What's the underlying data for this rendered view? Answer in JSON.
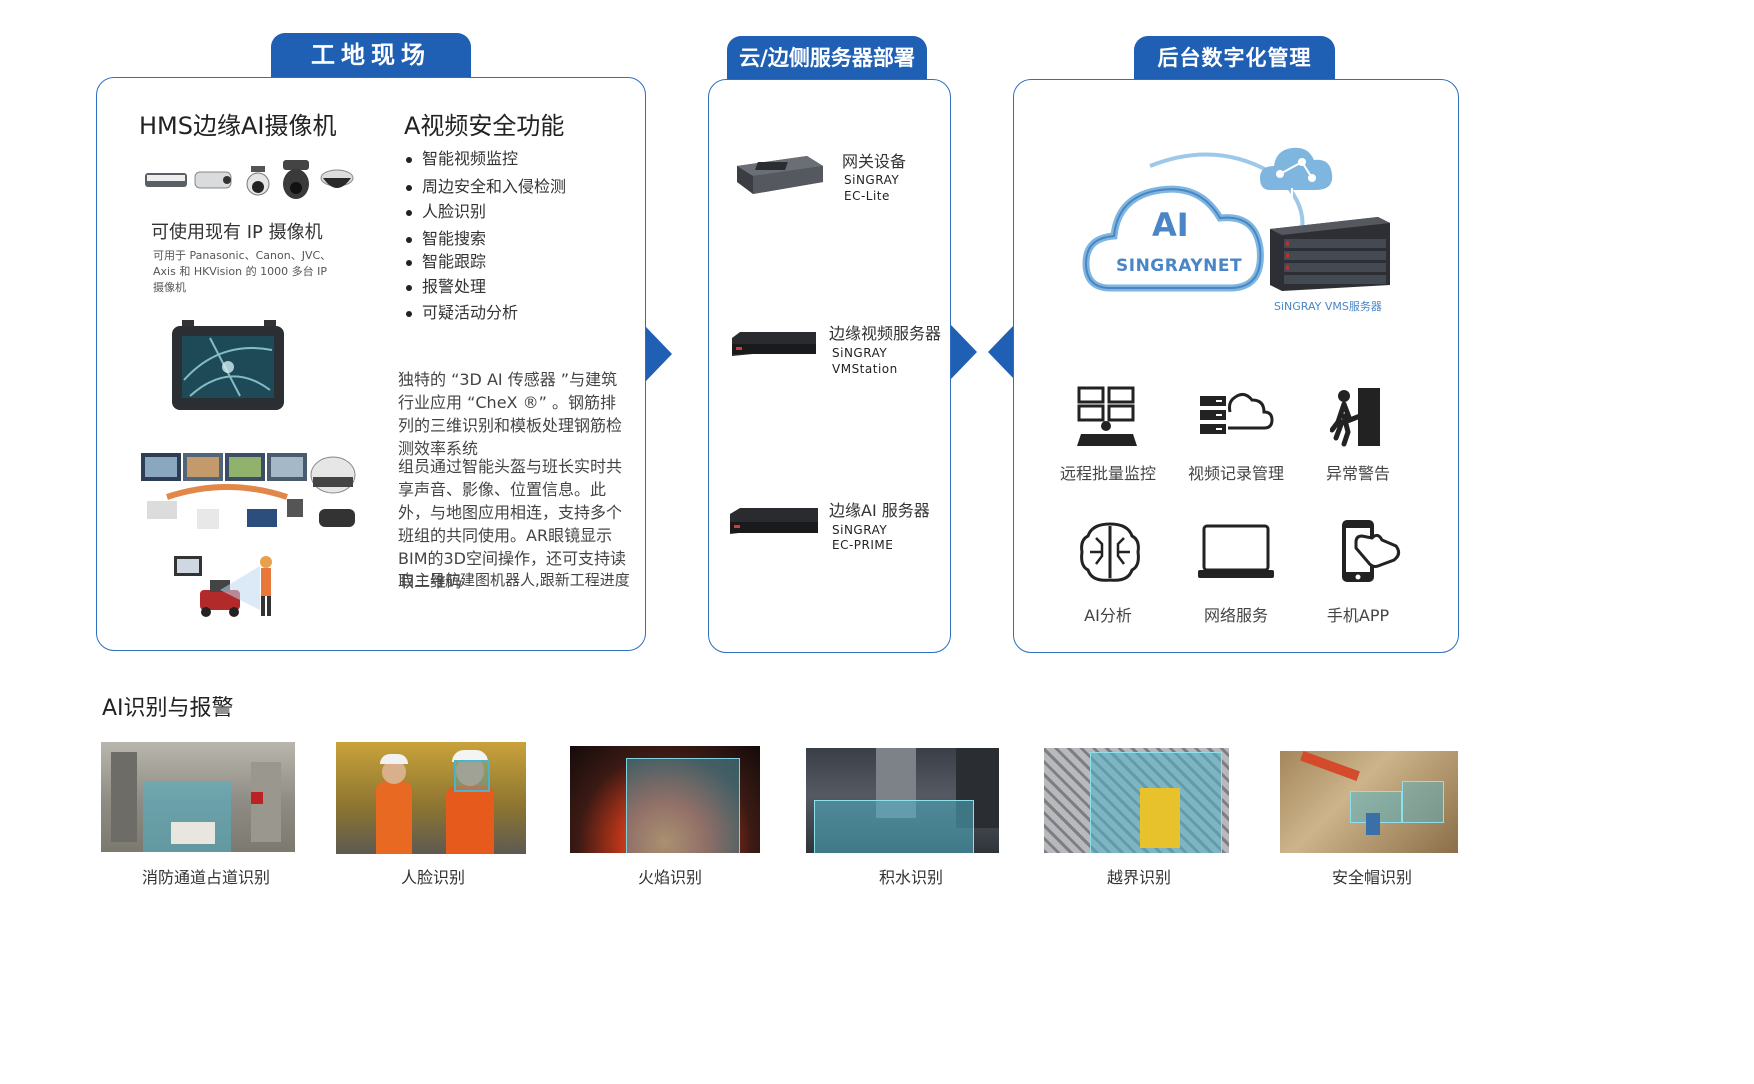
{
  "tabs": {
    "site": "工地现场",
    "cloud": "云/边侧服务器部署",
    "backend": "后台数字化管理"
  },
  "site": {
    "camera_title": "HMS边缘AI摄像机",
    "existing_title": "可使用现有 IP 摄像机",
    "existing_desc": "可用于 Panasonic、Canon、JVC、Axis 和 HKVision 的 1000 多台 IP 摄像机",
    "features_title": "A视频安全功能",
    "features": [
      "智能视频监控",
      "周边安全和入侵检测",
      "人脸识别",
      "智能搜索",
      "智能跟踪",
      "报警处理",
      "可疑活动分析"
    ],
    "para1": "独特的 “3D AI 传感器 ”与建筑行业应用 “CheX ®” 。钢筋排列的三维识别和模板处理钢筋检测效率系统",
    "para2": "组员通过智能头盔与班长实时共享声音、影像、位置信息。此外，与地图应用相连，支持多个班组的共同使用。AR眼镜显示BIM的3D空间操作，还可支持读取二维码",
    "para3": "自主导航建图机器人,跟新工程进度"
  },
  "devices": [
    {
      "name": "网关设备",
      "brand": "SiNGRAY",
      "model": "EC-Lite"
    },
    {
      "name": "边缘视频服务器",
      "brand": "SiNGRAY",
      "model": "VMStation"
    },
    {
      "name": "边缘AI 服务器",
      "brand": "SiNGRAY",
      "model": "EC-PRIME"
    }
  ],
  "backend": {
    "cloud_ai": "AI",
    "cloud_net": "SINGRAYNET",
    "server_label": "SiNGRAY VMS服务器",
    "features": [
      {
        "label": "远程批量监控",
        "icon": "monitor-wall-icon"
      },
      {
        "label": "视频记录管理",
        "icon": "server-cloud-icon"
      },
      {
        "label": "异常警告",
        "icon": "intruder-icon"
      },
      {
        "label": "AI分析",
        "icon": "ai-brain-icon"
      },
      {
        "label": "网络服务",
        "icon": "laptop-icon"
      },
      {
        "label": "手机APP",
        "icon": "phone-touch-icon"
      }
    ]
  },
  "recognition": {
    "title": "AI识别与报警",
    "items": [
      "消防通道占道识别",
      "人脸识别",
      "火焰识别",
      "积水识别",
      "越界识别",
      "安全帽识别"
    ]
  },
  "colors": {
    "accent": "#1f5fb4",
    "panel_border": "#2e6fc0",
    "overlay": "#4fb3c8"
  }
}
